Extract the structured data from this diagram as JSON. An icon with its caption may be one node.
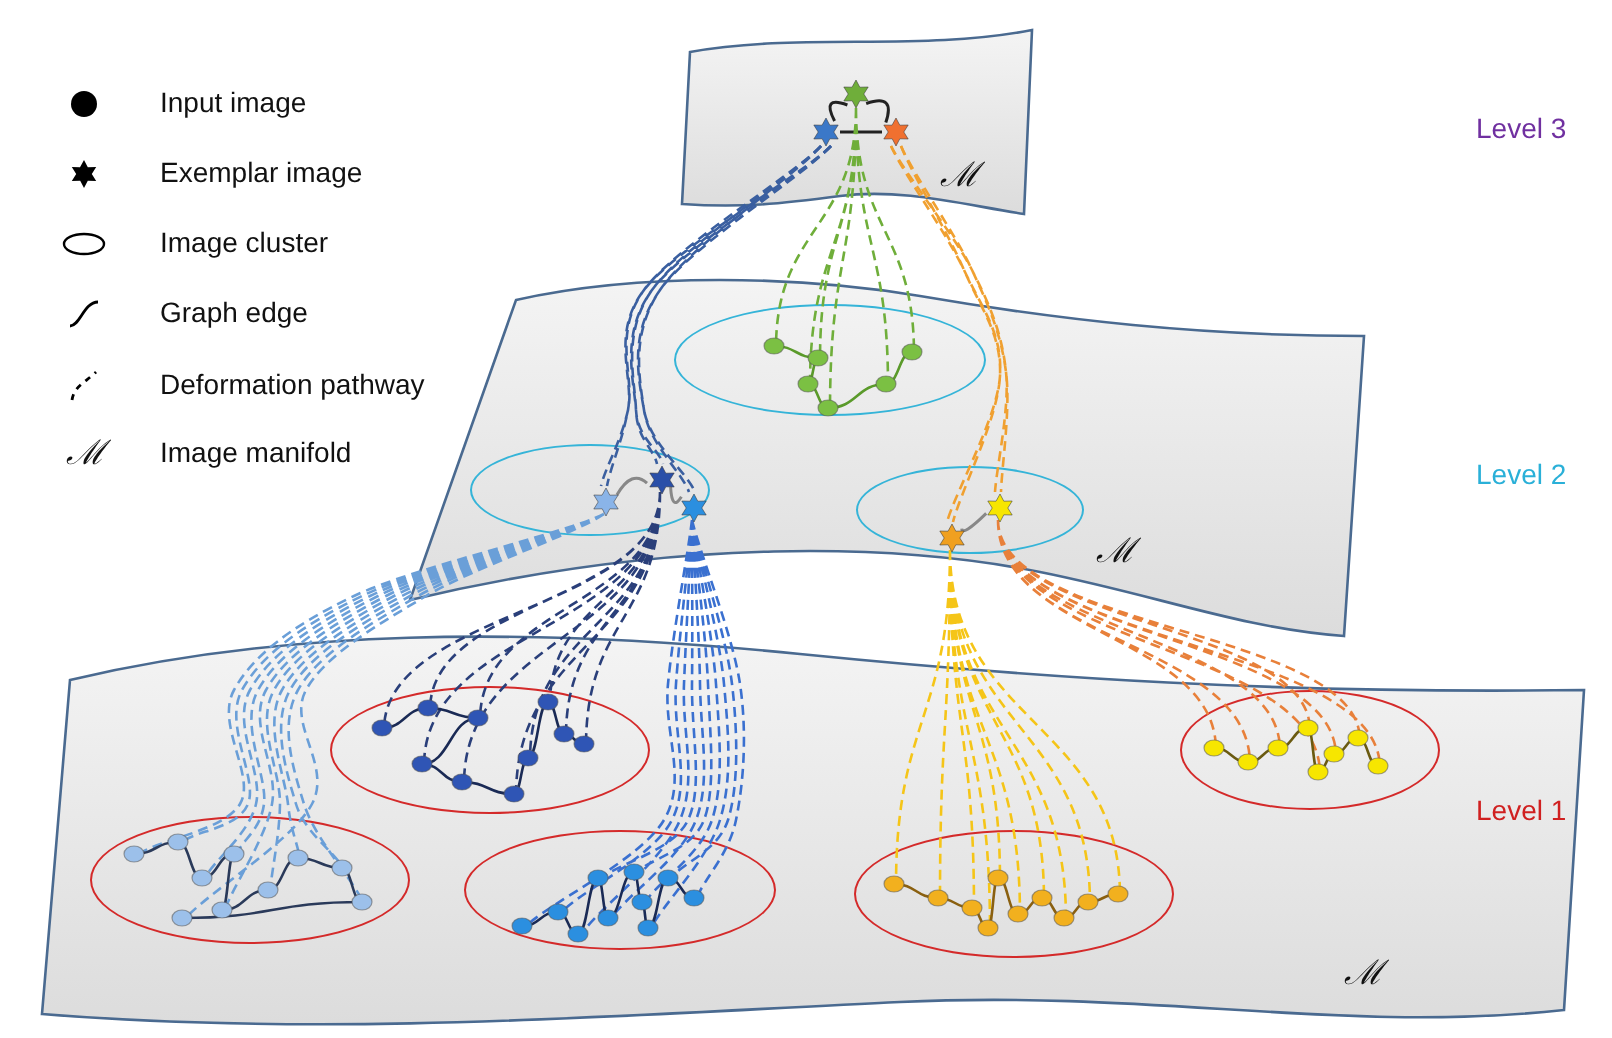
{
  "diagram": {
    "nodes": [
      {
        "text": [
          "ℳ"
        ]
      },
      {
        "text": [],
        "shape": "star",
        "in": 0
      },
      {
        "text": [],
        "shape": "star",
        "in": 0
      },
      {
        "text": [],
        "shape": "star",
        "in": 0
      },
      {
        "text": [
          "ℳ"
        ]
      },
      {
        "text": [],
        "shape": "ellipse",
        "in": 4
      },
      {
        "text": [],
        "shape": "ellipse",
        "in": 4
      },
      {
        "text": [],
        "shape": "ellipse",
        "in": 4
      },
      {
        "text": [],
        "shape": "star",
        "in": 5
      },
      {
        "text": [],
        "shape": "star",
        "in": 5
      },
      {
        "text": [],
        "shape": "star",
        "in": 5
      },
      {
        "text": [],
        "shape": "star",
        "in": 7
      },
      {
        "text": [],
        "shape": "star",
        "in": 7
      },
      {
        "text": [
          "ℳ"
        ]
      },
      {
        "text": [],
        "shape": "ellipse",
        "in": 13
      },
      {
        "text": [],
        "shape": "ellipse",
        "in": 13
      },
      {
        "text": [],
        "shape": "ellipse",
        "in": 13
      },
      {
        "text": [],
        "shape": "ellipse",
        "in": 13
      },
      {
        "text": [],
        "shape": "ellipse",
        "in": 13
      }
    ],
    "edges": [
      {
        "from": 1,
        "to": 2,
        "arrow": "none",
        "color": "#222222"
      },
      {
        "from": 2,
        "to": 3,
        "arrow": "none",
        "color": "#222222"
      },
      {
        "from": 1,
        "to": 3,
        "arrow": "none",
        "color": "#222222"
      },
      {
        "from": 8,
        "to": 9,
        "arrow": "none",
        "color": "#888888"
      },
      {
        "from": 9,
        "to": 10,
        "arrow": "none",
        "color": "#888888"
      },
      {
        "from": 11,
        "to": 12,
        "arrow": "none",
        "color": "#888888"
      },
      {
        "from": 1,
        "to": 8,
        "arrow": "none",
        "style": "dashed",
        "color": "#3a5fa0"
      },
      {
        "from": 1,
        "to": 9,
        "arrow": "none",
        "style": "dashed",
        "color": "#3a5fa0"
      },
      {
        "from": 1,
        "to": 10,
        "arrow": "none",
        "style": "dashed",
        "color": "#3a5fa0"
      },
      {
        "from": 2,
        "to": 6,
        "arrow": "none",
        "style": "dashed",
        "color": "#6fae3a"
      },
      {
        "from": 3,
        "to": 11,
        "arrow": "none",
        "style": "dashed",
        "color": "#f0a030"
      },
      {
        "from": 3,
        "to": 12,
        "arrow": "none",
        "style": "dashed",
        "color": "#f0a030"
      },
      {
        "from": 8,
        "to": 14,
        "arrow": "none",
        "style": "dashed",
        "color": "#6a9fd8"
      },
      {
        "from": 9,
        "to": 15,
        "arrow": "none",
        "style": "dashed",
        "color": "#2a3f7a"
      },
      {
        "from": 10,
        "to": 16,
        "arrow": "none",
        "style": "dashed",
        "color": "#3a70d0"
      },
      {
        "from": 11,
        "to": 17,
        "arrow": "none",
        "style": "dashed",
        "color": "#f5c518"
      },
      {
        "from": 12,
        "to": 18,
        "arrow": "none",
        "style": "dashed",
        "color": "#e8803a"
      }
    ],
    "labels": [
      "ℳ",
      "Level 3",
      "Level 2",
      "Level 1"
    ],
    "legend": [
      {
        "text": "Input image"
      },
      {
        "text": "Exemplar image"
      },
      {
        "text": "Image cluster"
      },
      {
        "text": "Graph edge"
      },
      {
        "text": "Deformation pathway"
      },
      {
        "text": "Image manifold"
      }
    ]
  }
}
